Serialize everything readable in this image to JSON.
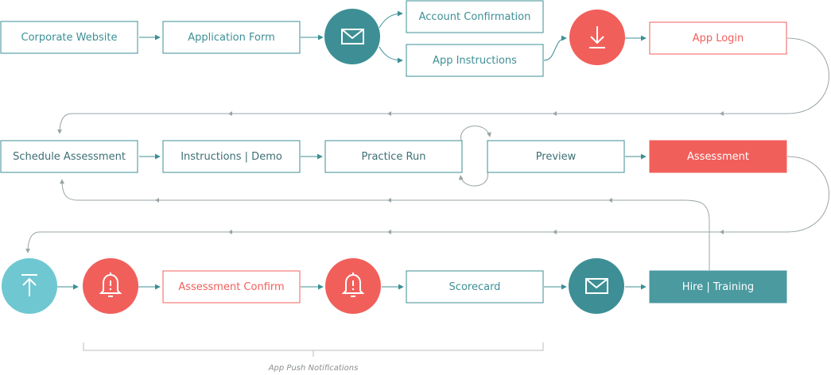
{
  "colors": {
    "teal": "#3d8f95",
    "teal_fill": "#4a9aa0",
    "coral": "#f15f5b",
    "light_teal": "#6fc7d2",
    "connector": "#9aa4a7",
    "text_teal": "#3d8f95",
    "bracket_text": "#8a8f91"
  },
  "nodes": {
    "corporate_website": "Corporate Website",
    "application_form": "Application Form",
    "account_confirmation": "Account Confirmation",
    "app_instructions": "App Instructions",
    "app_login": "App Login",
    "schedule_assessment": "Schedule Assessment",
    "instructions_demo": "Instructions | Demo",
    "practice_run": "Practice Run",
    "preview": "Preview",
    "assessment": "Assessment",
    "assessment_confirm": "Assessment Confirm",
    "scorecard": "Scorecard",
    "hire_training": "Hire | Training"
  },
  "icons": {
    "email_1": "envelope-icon",
    "download": "download-icon",
    "upload": "upload-icon",
    "bell_1": "bell-icon",
    "bell_2": "bell-icon",
    "email_2": "envelope-icon"
  },
  "bracket_caption": "App Push Notifications"
}
